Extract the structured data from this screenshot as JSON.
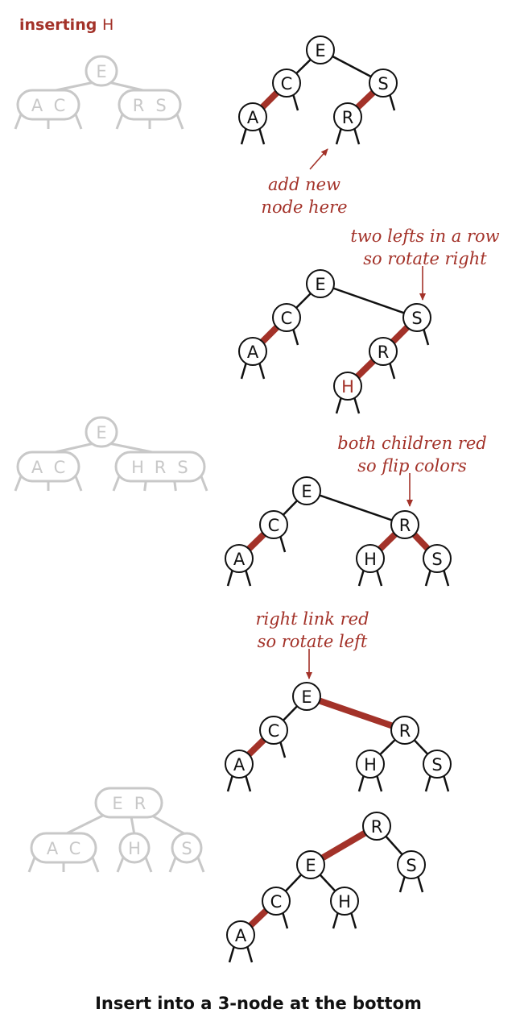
{
  "header": {
    "label": "inserting ",
    "key": "H"
  },
  "caption": "Insert into a 3-node at the bottom",
  "colors": {
    "red_link": "#a33229",
    "black_link": "#111111",
    "ghost": "#c8c8c8",
    "annotation": "#a33229",
    "new_node_text": "#a33229"
  },
  "ghost_trees": [
    {
      "nodes": [
        [
          "E"
        ],
        [
          "A",
          "C"
        ],
        [
          "R",
          "S"
        ]
      ]
    },
    {
      "nodes": [
        [
          "E"
        ],
        [
          "A",
          "C"
        ],
        [
          "H",
          "R",
          "S"
        ]
      ]
    },
    {
      "nodes": [
        [
          "E",
          "R"
        ],
        [
          "A",
          "C"
        ],
        [
          "H"
        ],
        [
          "S"
        ]
      ]
    }
  ],
  "steps": [
    {
      "nodes": [
        "E",
        "C",
        "S",
        "A",
        "R"
      ],
      "red_links": [
        [
          "C",
          "A"
        ],
        [
          "S",
          "R"
        ]
      ],
      "annotation": [
        "add new",
        "node here"
      ]
    },
    {
      "nodes": [
        "E",
        "C",
        "S",
        "A",
        "R",
        "H"
      ],
      "red_links": [
        [
          "C",
          "A"
        ],
        [
          "S",
          "R"
        ],
        [
          "R",
          "H"
        ]
      ],
      "new_node": "H",
      "annotation": [
        "two lefts in a row",
        "so rotate right"
      ]
    },
    {
      "nodes": [
        "E",
        "C",
        "R",
        "A",
        "H",
        "S"
      ],
      "red_links": [
        [
          "C",
          "A"
        ],
        [
          "R",
          "H"
        ],
        [
          "R",
          "S"
        ]
      ],
      "annotation": [
        "both children red",
        "so flip colors"
      ]
    },
    {
      "nodes": [
        "E",
        "C",
        "R",
        "A",
        "H",
        "S"
      ],
      "red_links": [
        [
          "C",
          "A"
        ],
        [
          "E",
          "R"
        ]
      ],
      "annotation": [
        "right link red",
        "so rotate left"
      ]
    },
    {
      "nodes": [
        "R",
        "E",
        "S",
        "C",
        "H",
        "A"
      ],
      "red_links": [
        [
          "R",
          "E"
        ],
        [
          "C",
          "A"
        ]
      ],
      "annotation": []
    }
  ]
}
